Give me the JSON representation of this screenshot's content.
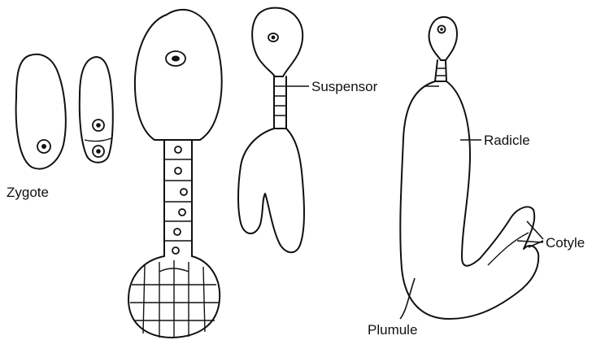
{
  "labels": {
    "zygote": "Zygote",
    "suspensor": "Suspensor",
    "radicle": "Radicle",
    "cotyle": "Cotyle",
    "plumule": "Plumule"
  },
  "colors": {
    "ink": "#111111",
    "background": "#ffffff"
  }
}
